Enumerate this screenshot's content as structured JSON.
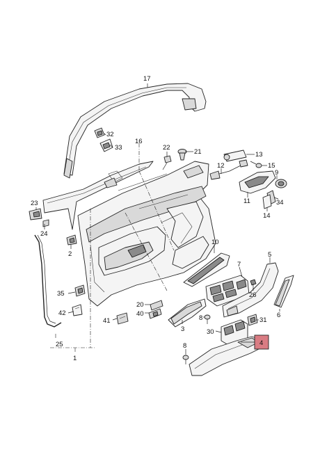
{
  "diagram": {
    "callouts": [
      {
        "id": "c17",
        "label": "17"
      },
      {
        "id": "c32",
        "label": "32"
      },
      {
        "id": "c33",
        "label": "33"
      },
      {
        "id": "c16",
        "label": "16"
      },
      {
        "id": "c22",
        "label": "22"
      },
      {
        "id": "c21",
        "label": "21"
      },
      {
        "id": "c13",
        "label": "13"
      },
      {
        "id": "c12",
        "label": "12"
      },
      {
        "id": "c15",
        "label": "15"
      },
      {
        "id": "c9",
        "label": "9"
      },
      {
        "id": "c11",
        "label": "11"
      },
      {
        "id": "c34",
        "label": "34"
      },
      {
        "id": "c14",
        "label": "14"
      },
      {
        "id": "c23",
        "label": "23"
      },
      {
        "id": "c24",
        "label": "24"
      },
      {
        "id": "c2",
        "label": "2"
      },
      {
        "id": "c10",
        "label": "10"
      },
      {
        "id": "c5",
        "label": "5"
      },
      {
        "id": "c7",
        "label": "7"
      },
      {
        "id": "c26",
        "label": "26"
      },
      {
        "id": "c35",
        "label": "35"
      },
      {
        "id": "c42",
        "label": "42"
      },
      {
        "id": "c20",
        "label": "20"
      },
      {
        "id": "c40",
        "label": "40"
      },
      {
        "id": "c41",
        "label": "41"
      },
      {
        "id": "c3",
        "label": "3"
      },
      {
        "id": "c8a",
        "label": "8"
      },
      {
        "id": "c31",
        "label": "31"
      },
      {
        "id": "c6",
        "label": "6"
      },
      {
        "id": "c30",
        "label": "30"
      },
      {
        "id": "c8b",
        "label": "8"
      },
      {
        "id": "c25",
        "label": "25"
      },
      {
        "id": "c1",
        "label": "1"
      },
      {
        "id": "c4",
        "label": "4"
      }
    ],
    "highlight_color": "#d97c83"
  }
}
